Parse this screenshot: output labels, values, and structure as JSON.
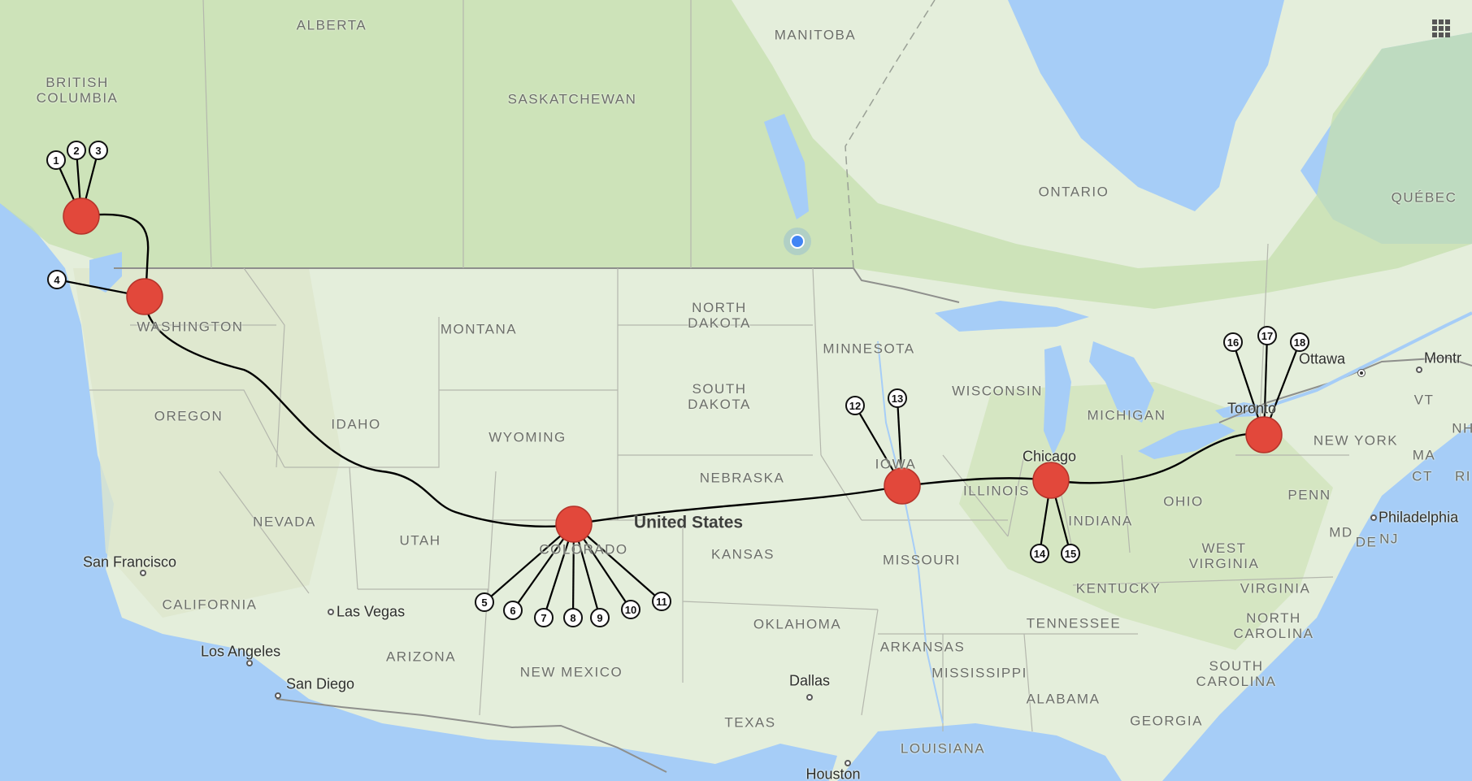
{
  "regions": [
    {
      "id": "alberta",
      "text": "ALBERTA"
    },
    {
      "id": "manitoba",
      "text": "MANITOBA"
    },
    {
      "id": "british-columbia",
      "text": "BRITISH\nCOLUMBIA"
    },
    {
      "id": "saskatchewan",
      "text": "SASKATCHEWAN"
    },
    {
      "id": "ontario",
      "text": "ONTARIO"
    },
    {
      "id": "quebec",
      "text": "QUÉBEC"
    },
    {
      "id": "washington",
      "text": "WASHINGTON"
    },
    {
      "id": "montana",
      "text": "MONTANA"
    },
    {
      "id": "north-dakota",
      "text": "NORTH\nDAKOTA"
    },
    {
      "id": "minnesota",
      "text": "MINNESOTA"
    },
    {
      "id": "south-dakota",
      "text": "SOUTH\nDAKOTA"
    },
    {
      "id": "wisconsin",
      "text": "WISCONSIN"
    },
    {
      "id": "michigan",
      "text": "MICHIGAN"
    },
    {
      "id": "oregon",
      "text": "OREGON"
    },
    {
      "id": "idaho",
      "text": "IDAHO"
    },
    {
      "id": "wyoming",
      "text": "WYOMING"
    },
    {
      "id": "iowa",
      "text": "IOWA"
    },
    {
      "id": "illinois",
      "text": "ILLINOIS"
    },
    {
      "id": "nebraska",
      "text": "NEBRASKA"
    },
    {
      "id": "nevada",
      "text": "NEVADA"
    },
    {
      "id": "utah",
      "text": "UTAH"
    },
    {
      "id": "colorado",
      "text": "COLORADO"
    },
    {
      "id": "kansas",
      "text": "KANSAS"
    },
    {
      "id": "missouri",
      "text": "MISSOURI"
    },
    {
      "id": "indiana",
      "text": "INDIANA"
    },
    {
      "id": "ohio",
      "text": "OHIO"
    },
    {
      "id": "penn",
      "text": "PENN"
    },
    {
      "id": "new-york",
      "text": "NEW YORK"
    },
    {
      "id": "vt",
      "text": "VT"
    },
    {
      "id": "nh",
      "text": "NH"
    },
    {
      "id": "ma",
      "text": "MA"
    },
    {
      "id": "ct",
      "text": "CT"
    },
    {
      "id": "ri",
      "text": "RI"
    },
    {
      "id": "md",
      "text": "MD"
    },
    {
      "id": "de",
      "text": "DE"
    },
    {
      "id": "nj",
      "text": "NJ"
    },
    {
      "id": "west-virginia",
      "text": "WEST\nVIRGINIA"
    },
    {
      "id": "virginia",
      "text": "VIRGINIA"
    },
    {
      "id": "kentucky",
      "text": "KENTUCKY"
    },
    {
      "id": "california",
      "text": "CALIFORNIA"
    },
    {
      "id": "arizona",
      "text": "ARIZONA"
    },
    {
      "id": "new-mexico",
      "text": "NEW MEXICO"
    },
    {
      "id": "oklahoma",
      "text": "OKLAHOMA"
    },
    {
      "id": "tennessee",
      "text": "TENNESSEE"
    },
    {
      "id": "north-carolina",
      "text": "NORTH\nCAROLINA"
    },
    {
      "id": "arkansas",
      "text": "ARKANSAS"
    },
    {
      "id": "mississippi",
      "text": "MISSISSIPPI"
    },
    {
      "id": "alabama",
      "text": "ALABAMA"
    },
    {
      "id": "south-carolina",
      "text": "SOUTH\nCAROLINA"
    },
    {
      "id": "georgia",
      "text": "GEORGIA"
    },
    {
      "id": "texas",
      "text": "TEXAS"
    },
    {
      "id": "louisiana",
      "text": "LOUISIANA"
    },
    {
      "id": "united-states",
      "text": "United States"
    }
  ],
  "cities": [
    {
      "id": "san-francisco",
      "text": "San Francisco"
    },
    {
      "id": "las-vegas",
      "text": "Las Vegas"
    },
    {
      "id": "los-angeles",
      "text": "Los Angeles"
    },
    {
      "id": "san-diego",
      "text": "San Diego"
    },
    {
      "id": "dallas",
      "text": "Dallas"
    },
    {
      "id": "houston",
      "text": "Houston"
    },
    {
      "id": "chicago",
      "text": "Chicago"
    },
    {
      "id": "toronto",
      "text": "Toronto"
    },
    {
      "id": "ottawa",
      "text": "Ottawa"
    },
    {
      "id": "montreal",
      "text": "Montr"
    },
    {
      "id": "philadelphia",
      "text": "Philadelphia"
    }
  ],
  "markers": [
    "1",
    "2",
    "3",
    "4",
    "5",
    "6",
    "7",
    "8",
    "9",
    "10",
    "11",
    "12",
    "13",
    "14",
    "15",
    "16",
    "17",
    "18"
  ],
  "colors": {
    "water": "#a6cdf7",
    "land": "#e4eedb",
    "cluster": "#e2483b",
    "route": "#000000",
    "location": "#4285f4"
  },
  "icons": {
    "apps": "apps-grid-icon"
  }
}
